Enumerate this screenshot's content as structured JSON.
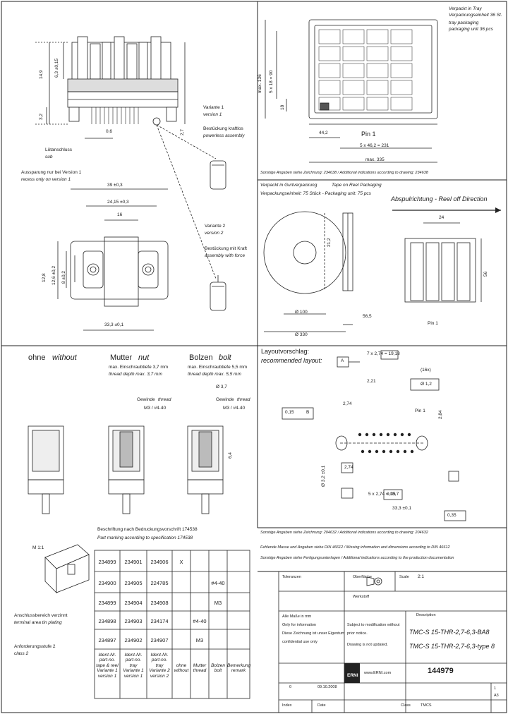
{
  "tray": {
    "title_de": "Verpackt in Tray",
    "unit_de": "Verpackungseinheit 36 St.",
    "title_en": "tray packaging",
    "unit_en": "packaging unit 36 pcs",
    "dim_height": "max. 136",
    "dim_rows": "5 x 18 = 90",
    "dim_18": "18",
    "dim_left": "44,2",
    "dim_cols": "5 x 46,2 = 231",
    "dim_width": "max. 335",
    "pin1": "Pin 1",
    "note": "Sonstige Angaben siehe Zeichnung: 234638 / Additional indications according to drawing: 234638"
  },
  "reel": {
    "title_de": "Verpackt in Gurtverpackung",
    "title_en": "Tape on Reel Packaging",
    "unit": "Verpackungseinheit: 75 Stück - Packaging unit: 75 pcs",
    "direction": "Abspulrichtung - Reel off Direction",
    "d_hub": "Ø 100",
    "d_reel": "Ø 330",
    "width": "56,5",
    "pitch": "24",
    "tape_w": "56",
    "core_w": "21,2",
    "pin1": "Pin 1",
    "note": "Sonstige Angaben siehe Zeichnung: 204632 / Additional indications according to drawing: 204632"
  },
  "side_view": {
    "d_total": "14,9",
    "d_upper": "6,3 ±0,15",
    "d_lower": "3,2",
    "d_pin": "0,6",
    "d_pitch": "2,7",
    "v1_de": "Variante 1",
    "v1_en": "version 1",
    "v1_desc_de": "Bestückung kraftlos",
    "v1_desc_en": "powerless assembly",
    "v2_de": "Variante 2",
    "v2_en": "version 2",
    "v2_desc_de": "Bestückung mit Kraft",
    "v2_desc_en": "assembly with force",
    "solder_de": "Lötanschluss",
    "solder_en": "sub",
    "cutout_de": "Aussparung nur bei Version 1",
    "cutout_en": "recess only on version 1"
  },
  "top_view": {
    "d_outer": "39 ±0,3",
    "d_mid": "24,15 ±0,3",
    "d_inner": "16",
    "d_h1": "12,8",
    "d_h2": "12,6 ±0,2",
    "d_h3": "8 ±0,2",
    "d_bottom": "33,3 ±0,1"
  },
  "variants": {
    "plain_de": "ohne",
    "plain_en": "without",
    "nut_de": "Mutter",
    "nut_en": "nut",
    "nut_spec_de": "max. Einschraubtiefe 3,7 mm",
    "nut_spec_en": "thread depth max. 3,7 mm",
    "bolt_de": "Bolzen",
    "bolt_en": "bolt",
    "bolt_spec_de": "max. Einschraubtiefe 5,5 mm",
    "bolt_spec_en": "thread depth max. 5,5 mm",
    "thread_de": "Gewinde",
    "thread_en": "thread",
    "thread_val": "M3 / #4-40",
    "d_bolt": "Ø 3,7",
    "d_bolt_h": "6,4"
  },
  "layout": {
    "title_de": "Layoutvorschlag:",
    "title_en": "recommended layout:",
    "pitch": "7 x 2,74 = 19,18",
    "ref_a": "A",
    "ref_b": "B",
    "tol": "0,15",
    "tol2": "0,05",
    "tol3": "0,35",
    "d_hole": "Ø 1,2",
    "hole_count": "(16x)",
    "d_pin_field": "2,74",
    "d_small": "2,21",
    "d_pin_row": "2,84",
    "d_row2": "2,74",
    "d_hole2": "Ø 3,2 ±0,1",
    "d_span": "5 x 2,74 = 13,7",
    "d_mount": "33,3 ±0,1",
    "pin1": "Pin 1",
    "note": "Sonstige Angaben siehe Zeichnung: 204632 / Additional indications according to drawing: 204632"
  },
  "marking": {
    "label_de": "Beschriftung nach Bedruckungsvorschrift 174538",
    "label_en": "Part marking according to specification 174538",
    "drawing_label": "M 1:1",
    "area_de": "Anschlussbereich verzinnt",
    "area_en": "terminal area tin plating",
    "class_de": "Anforderungsstufe 2",
    "class_en": "class 2"
  },
  "ident_table": {
    "rows": [
      {
        "c1": "234899",
        "c2": "234901",
        "c3": "234906",
        "c4": "X",
        "c5": "",
        "c6": "",
        "c7": ""
      },
      {
        "c1": "234900",
        "c2": "234905",
        "c3": "224785",
        "c4": "",
        "c5": "",
        "c6": "#4-40",
        "c7": ""
      },
      {
        "c1": "234899",
        "c2": "234904",
        "c3": "234908",
        "c4": "",
        "c5": "",
        "c6": "M3",
        "c7": ""
      },
      {
        "c1": "234898",
        "c2": "234903",
        "c3": "234174",
        "c4": "",
        "c5": "#4-40",
        "c6": "",
        "c7": ""
      },
      {
        "c1": "234897",
        "c2": "234902",
        "c3": "234907",
        "c4": "",
        "c5": "M3",
        "c6": "",
        "c7": ""
      }
    ],
    "headers": [
      "Ident-Nr.\npart-no.\ntape & reel\nVariante 1\nversion 1",
      "Ident-Nr.\npart-no.\ntray\nVariante 1\nversion 1",
      "Ident-Nr.\npart-no.\ntray\nVariante 2\nversion 2",
      "ohne\nwithout",
      "Mutter\nthread",
      "Bolzen\nbolt",
      "Bemerkung\nremark"
    ]
  },
  "notes": {
    "general": "Sonstige Angaben siehe Zeichnung: 204632 / Additional indications according to drawing: 204632",
    "din1": "Fehlende Masse und Angaben siehe DIN 46612 / Missing information and dimensions according to DIN 46612",
    "din2": "Sonstige Angaben siehe Fertigungsunterlagen / Additional indications according to the production documentation"
  },
  "title_block": {
    "tolerances": "Toleranzen",
    "surface": "Oberfläche",
    "scale_label": "Scale",
    "scale": "2:1",
    "material": "Werkstoff",
    "dimensions": "Alle Maße in mm",
    "confidential1": "Only for information",
    "confidential2": "Diese Zeichnung ist unser Eigentum",
    "confidential3": "confidential use only",
    "subject1": "Subject to modification without",
    "subject2": "prior notice.",
    "drawing_not_updated": "Drawing is not updated.",
    "description_label": "Description",
    "title_line1": "TMC-S 15-THR-2,7-6,3-BA8",
    "title_line2": "TMC-S 15-THR-2,7-6,3-type 8",
    "drawing_no": "144979",
    "sheet": "1",
    "size": "A3",
    "company": "ERNI",
    "web": "www.ERNI.com",
    "index_label": "Index",
    "date_label": "Date",
    "class_label": "Class",
    "index": "0",
    "date": "09.10.2008",
    "class_val": "TMCS"
  }
}
